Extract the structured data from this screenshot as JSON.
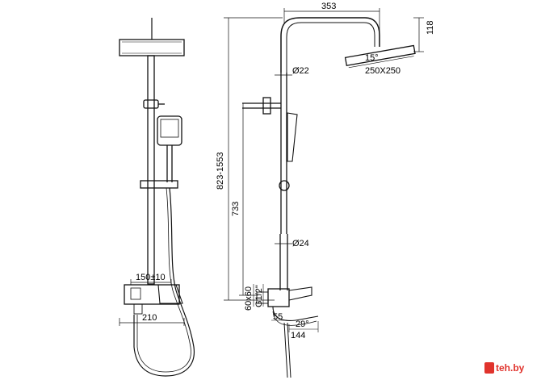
{
  "colors": {
    "line": "#111111",
    "watermark": "#e0332c"
  },
  "dimensions": {
    "width_top": "353",
    "height_head": "118",
    "overall_height": "823-1553",
    "diameter_upper": "Ø22",
    "angle_head": "15°",
    "head_size": "250X250",
    "height_lower": "733",
    "diameter_lower": "Ø24",
    "mixer_spacing": "150±10",
    "mixer_width": "210",
    "inlet_size": "60x60",
    "thread": "G1/2\"",
    "spout_depth": "55",
    "spout_length": "144",
    "spout_angle": "29°"
  },
  "watermark": {
    "text": "teh.by",
    "icon": "shop-logo-icon"
  }
}
